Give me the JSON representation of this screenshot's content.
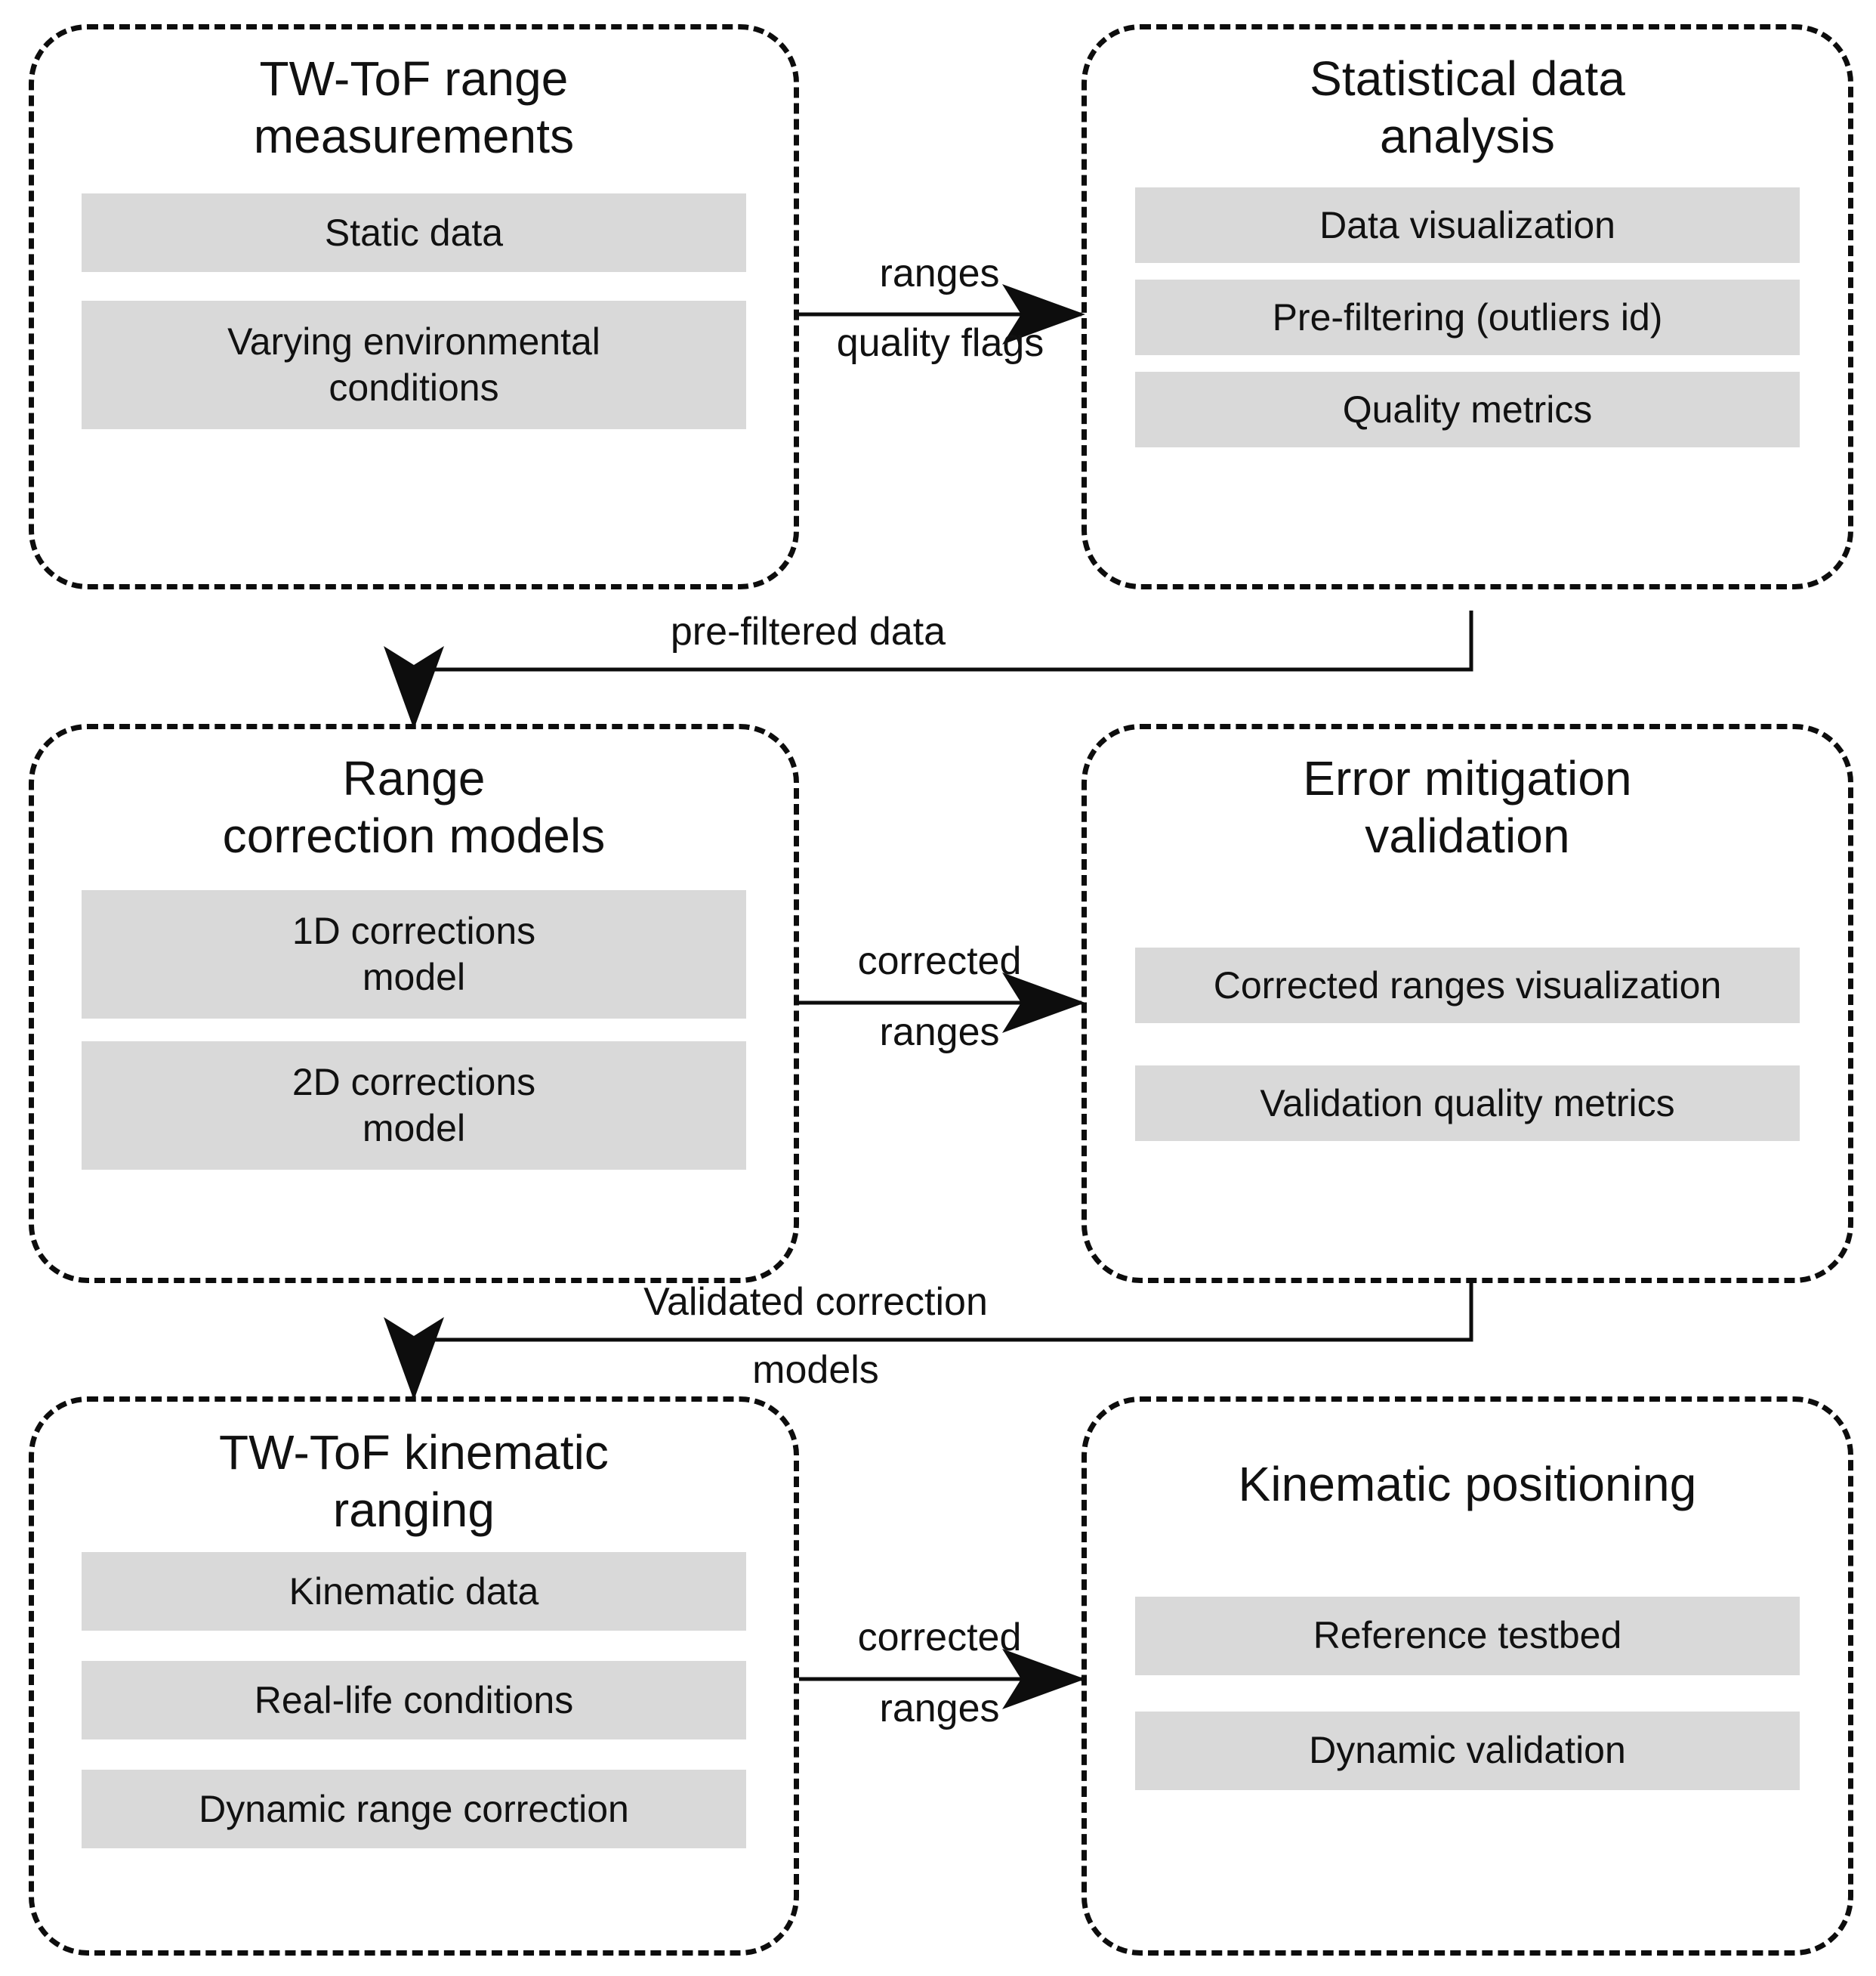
{
  "diagram": {
    "title": "TW-ToF ranging research workflow",
    "palette": {
      "background": "#ffffff",
      "outline": "#0d0d0d",
      "bar_fill": "#d9d9d9",
      "text": "#111111"
    },
    "nodes": [
      {
        "id": "tw-tof-range-measurements",
        "title": "TW-ToF range\nmeasurements",
        "items": [
          "Static data",
          "Varying environmental\nconditions"
        ]
      },
      {
        "id": "statistical-data-analysis",
        "title": "Statistical data\nanalysis",
        "items": [
          "Data visualization",
          "Pre-filtering (outliers id)",
          "Quality metrics"
        ]
      },
      {
        "id": "range-correction-models",
        "title": "Range\ncorrection models",
        "items": [
          "1D corrections\nmodel",
          "2D corrections\nmodel"
        ]
      },
      {
        "id": "error-mitigation-validation",
        "title": "Error mitigation\nvalidation",
        "items": [
          "Corrected ranges visualization",
          "Validation quality metrics"
        ]
      },
      {
        "id": "tw-tof-kinematic-ranging",
        "title": "TW-ToF kinematic\nranging",
        "items": [
          "Kinematic data",
          "Real-life conditions",
          "Dynamic range correction"
        ]
      },
      {
        "id": "kinematic-positioning",
        "title": "Kinematic positioning",
        "items": [
          "Reference testbed",
          "Dynamic validation"
        ]
      }
    ],
    "edges": [
      {
        "id": "edge-ranges-quality-flags",
        "from": "tw-tof-range-measurements",
        "to": "statistical-data-analysis",
        "label_above": "ranges",
        "label_below": "quality flags"
      },
      {
        "id": "edge-pre-filtered-data",
        "from": "statistical-data-analysis",
        "to": "range-correction-models",
        "label_above": "pre-filtered data",
        "label_below": ""
      },
      {
        "id": "edge-corrected-ranges-row2",
        "from": "range-correction-models",
        "to": "error-mitigation-validation",
        "label_above": "corrected",
        "label_below": "ranges"
      },
      {
        "id": "edge-validated-correction-models",
        "from": "error-mitigation-validation",
        "to": "tw-tof-kinematic-ranging",
        "label_above": "Validated correction",
        "label_below": "models"
      },
      {
        "id": "edge-corrected-ranges-row3",
        "from": "tw-tof-kinematic-ranging",
        "to": "kinematic-positioning",
        "label_above": "corrected",
        "label_below": "ranges"
      }
    ]
  }
}
